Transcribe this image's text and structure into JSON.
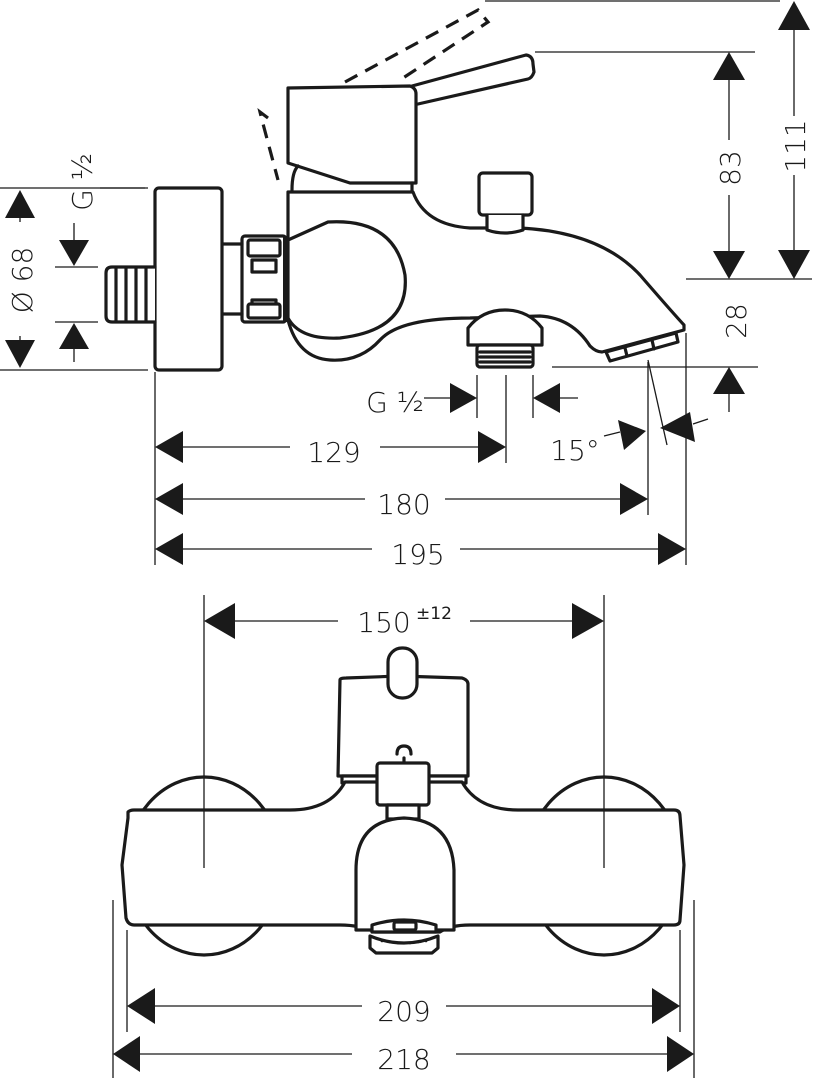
{
  "drawing": {
    "subject": "Wall-mounted single-lever bath mixer",
    "side_view": {
      "dimensions": {
        "overall_height": "111",
        "lever_height": "83",
        "spout_height": "28",
        "rosette_diameter": "Ø 68",
        "inlet_thread": "G ½",
        "spout_thread": "G ½",
        "spout_angle": "15°",
        "outlet_projection": "129",
        "spout_tip_projection": "180",
        "overall_projection": "195"
      }
    },
    "front_view": {
      "dimensions": {
        "centres": "150",
        "centres_tolerance": "±12",
        "body_width": "209",
        "overall_width": "218"
      }
    }
  }
}
